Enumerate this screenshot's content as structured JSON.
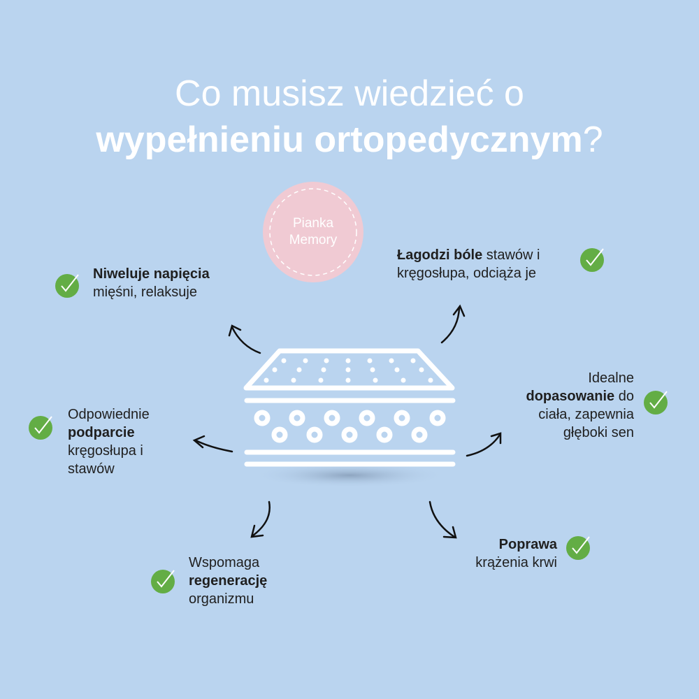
{
  "title": {
    "line1": "Co musisz wiedzieć o",
    "line2_bold": "wypełnieniu ortopedycznym",
    "line2_end": "?"
  },
  "badge": {
    "line1": "Pianka",
    "line2": "Memory"
  },
  "colors": {
    "background": "#bad4ef",
    "check": "#63ad45",
    "badge": "#f0cad3"
  },
  "benefits": [
    {
      "bold": "Niweluje napięcia",
      "rest": "mięśni, relaksuje"
    },
    {
      "bold": "Łagodzi bóle",
      "rest1": " stawów i",
      "rest2": "kręgosłupa, odciąża je"
    },
    {
      "pre": "Odpowiednie",
      "bold": "podparcie",
      "rest1": "kręgosłupa i",
      "rest2": "stawów"
    },
    {
      "pre": "Idealne",
      "bold": "dopasowanie",
      "rest0": " do",
      "rest1": "ciała, zapewnia",
      "rest2": "głęboki sen"
    },
    {
      "pre": "Wspomaga",
      "bold": "regenerację",
      "rest": "organizmu"
    },
    {
      "bold": "Poprawa",
      "rest": "krążenia krwi"
    }
  ]
}
